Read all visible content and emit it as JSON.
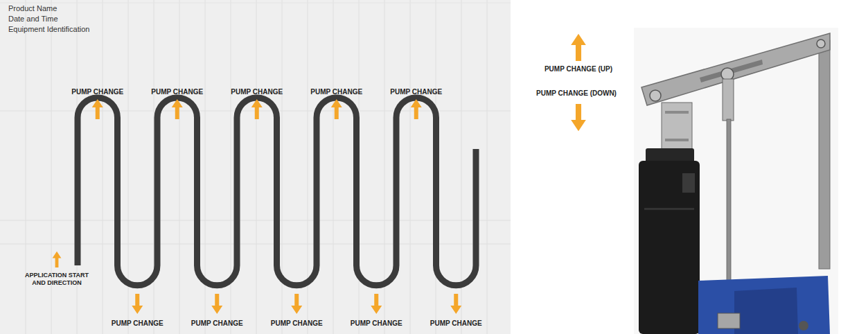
{
  "diagram": {
    "labels": [
      "Product Name",
      "Date and Time",
      "Equipment Identification",
      "PUMP CHANGE",
      "PUMP CHANGE",
      "PUMP CHANGE",
      "PUMP CHANGE",
      "PUMP CHANGE",
      "PUMP CHANGE (UP)",
      "PUMP CHANGE (DOWN)",
      "APPLICATION START AND DIRECTION",
      "PUMP CHANGE",
      "PUMP CHANGE",
      "PUMP CHANGE",
      "PUMP CHANGE",
      "PUMP CHANGE"
    ]
  }
}
